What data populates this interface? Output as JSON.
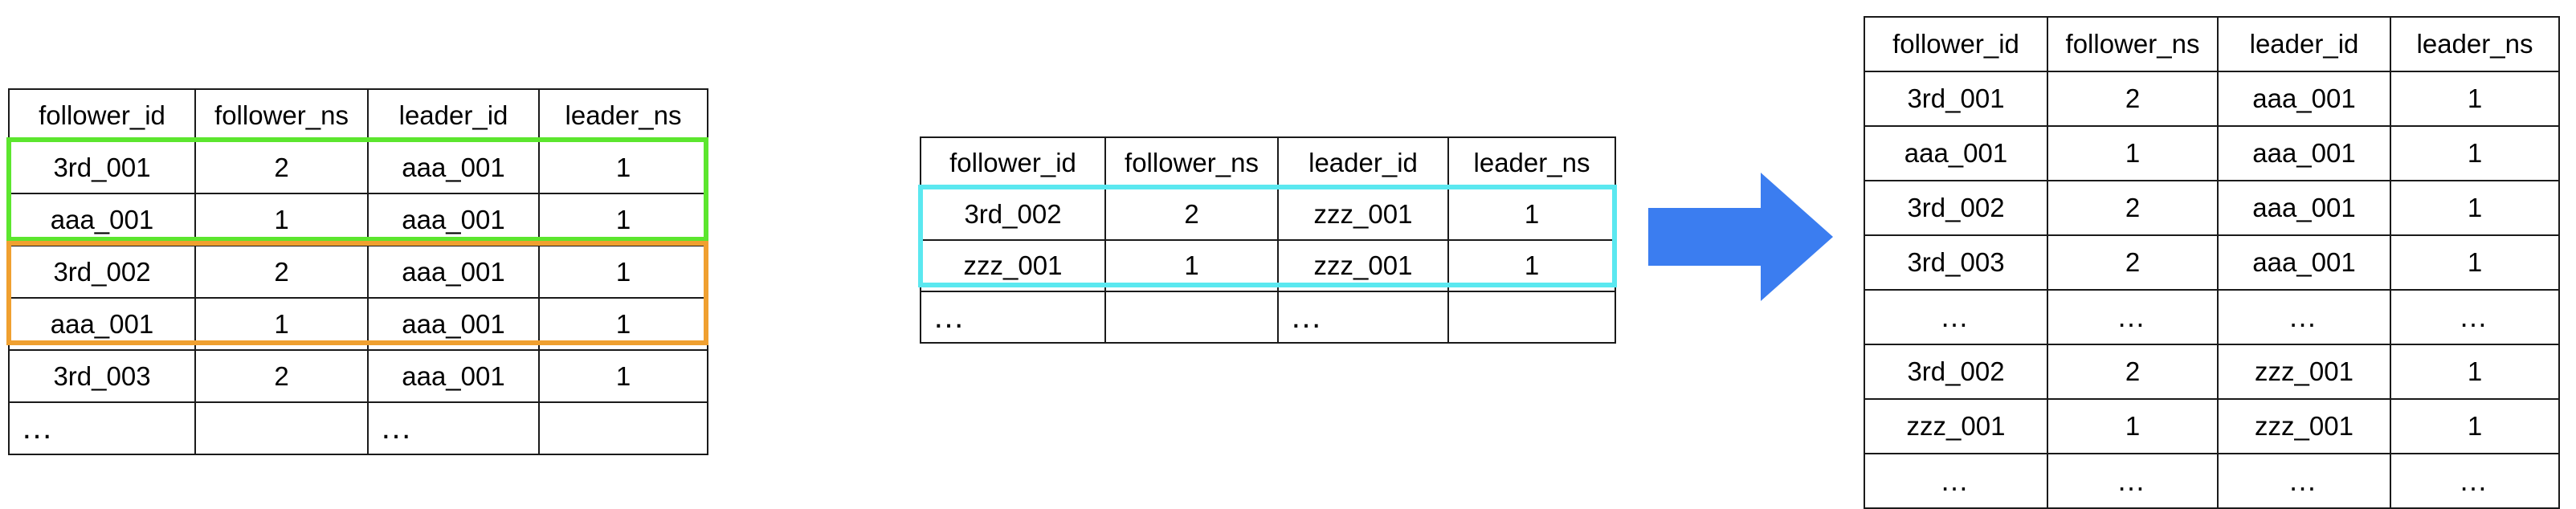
{
  "columns": [
    "follower_id",
    "follower_ns",
    "leader_id",
    "leader_ns"
  ],
  "colors": {
    "arrow": "#3B7DF0",
    "highlight_green": "#5CE62E",
    "highlight_orange": "#F0A030",
    "highlight_cyan": "#5BE8F0",
    "border": "#1a1a1a"
  },
  "tables": {
    "left": {
      "name": "source-table-a",
      "headers": [
        "follower_id",
        "follower_ns",
        "leader_id",
        "leader_ns"
      ],
      "rows": [
        [
          "3rd_001",
          "2",
          "aaa_001",
          "1"
        ],
        [
          "aaa_001",
          "1",
          "aaa_001",
          "1"
        ],
        [
          "3rd_002",
          "2",
          "aaa_001",
          "1"
        ],
        [
          "aaa_001",
          "1",
          "aaa_001",
          "1"
        ],
        [
          "3rd_003",
          "2",
          "aaa_001",
          "1"
        ],
        [
          "…",
          "",
          "…",
          ""
        ]
      ],
      "highlights": [
        {
          "label": "green-group",
          "color": "#5CE62E",
          "rows": [
            0,
            1
          ]
        },
        {
          "label": "orange-group",
          "color": "#F0A030",
          "rows": [
            2,
            3
          ]
        }
      ]
    },
    "middle": {
      "name": "source-table-b",
      "headers": [
        "follower_id",
        "follower_ns",
        "leader_id",
        "leader_ns"
      ],
      "rows": [
        [
          "3rd_002",
          "2",
          "zzz_001",
          "1"
        ],
        [
          "zzz_001",
          "1",
          "zzz_001",
          "1"
        ],
        [
          "…",
          "",
          "…",
          ""
        ]
      ],
      "highlights": [
        {
          "label": "cyan-group",
          "color": "#5BE8F0",
          "rows": [
            0,
            1
          ]
        }
      ]
    },
    "right": {
      "name": "result-table",
      "headers": [
        "follower_id",
        "follower_ns",
        "leader_id",
        "leader_ns"
      ],
      "rows": [
        [
          "3rd_001",
          "2",
          "aaa_001",
          "1"
        ],
        [
          "aaa_001",
          "1",
          "aaa_001",
          "1"
        ],
        [
          "3rd_002",
          "2",
          "aaa_001",
          "1"
        ],
        [
          "3rd_003",
          "2",
          "aaa_001",
          "1"
        ],
        [
          "…",
          "…",
          "…",
          "…"
        ],
        [
          "3rd_002",
          "2",
          "zzz_001",
          "1"
        ],
        [
          "zzz_001",
          "1",
          "zzz_001",
          "1"
        ],
        [
          "…",
          "…",
          "…",
          "…"
        ]
      ],
      "highlights": []
    }
  },
  "arrow": {
    "name": "flow-arrow",
    "direction": "right",
    "color": "#3B7DF0"
  },
  "watermarks": {
    "left": "",
    "right": ""
  }
}
